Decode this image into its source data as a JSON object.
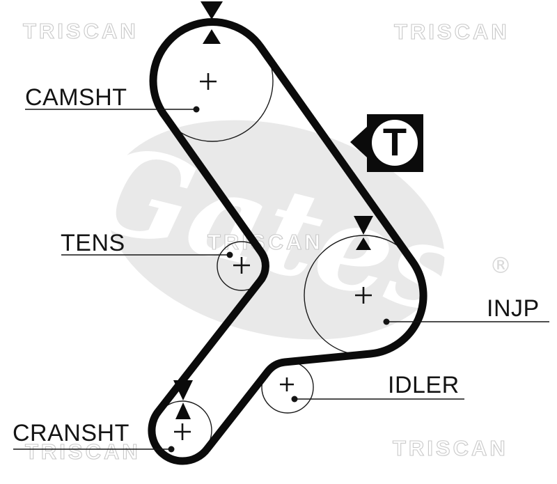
{
  "labels": {
    "camshaft": "CAMSHT",
    "tensioner": "TENS",
    "injection_pump": "INJP",
    "idler": "IDLER",
    "crankshaft": "CRANSHT"
  },
  "t_logo": {
    "letter": "T"
  },
  "watermarks": {
    "triscan": "TRISCAN",
    "gates": "Gates",
    "registered": "®"
  },
  "colors": {
    "belt": "#0b0b0b",
    "outline": "#1a1a1a",
    "label_text": "#141414",
    "watermark_stroke": "#c9c9c9",
    "gates_fill": "#e9e9e9",
    "background": "#ffffff"
  }
}
